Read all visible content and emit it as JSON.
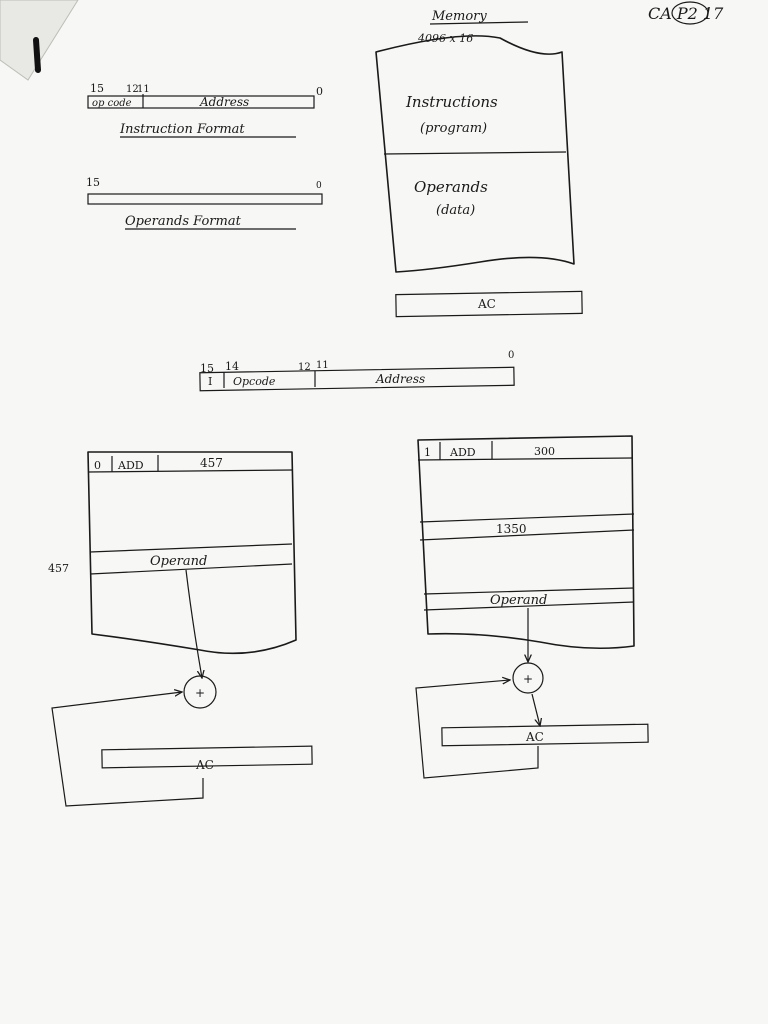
{
  "header": {
    "page_tag": "CA P2 17"
  },
  "memory": {
    "title": "Memory",
    "size": "4096 x 16",
    "instructions_label": "Instructions",
    "instructions_sub": "(program)",
    "operands_label": "Operands",
    "operands_sub": "(data)",
    "ac_label": "AC"
  },
  "instruction_format": {
    "bit_15": "15",
    "bit_12": "12",
    "bit_11": "11",
    "bit_0": "0",
    "opcode": "op code",
    "address": "Address",
    "caption": "Instruction Format"
  },
  "operand_format": {
    "bit_15": "15",
    "bit_0": "0",
    "caption": "Operands Format"
  },
  "indirect_format": {
    "bit_15": "15",
    "bit_14": "14",
    "bit_12": "12",
    "bit_11": "11",
    "bit_0": "0",
    "i_field": "I",
    "opcode": "Opcode",
    "address": "Address"
  },
  "direct_example": {
    "i_bit": "0",
    "op": "ADD",
    "addr": "457",
    "side_address": "457",
    "operand": "Operand",
    "adder": "+",
    "ac": "AC"
  },
  "indirect_example": {
    "i_bit": "1",
    "op": "ADD",
    "addr": "300",
    "pointer_value": "1350",
    "operand": "Operand",
    "adder": "+",
    "ac": "AC"
  }
}
